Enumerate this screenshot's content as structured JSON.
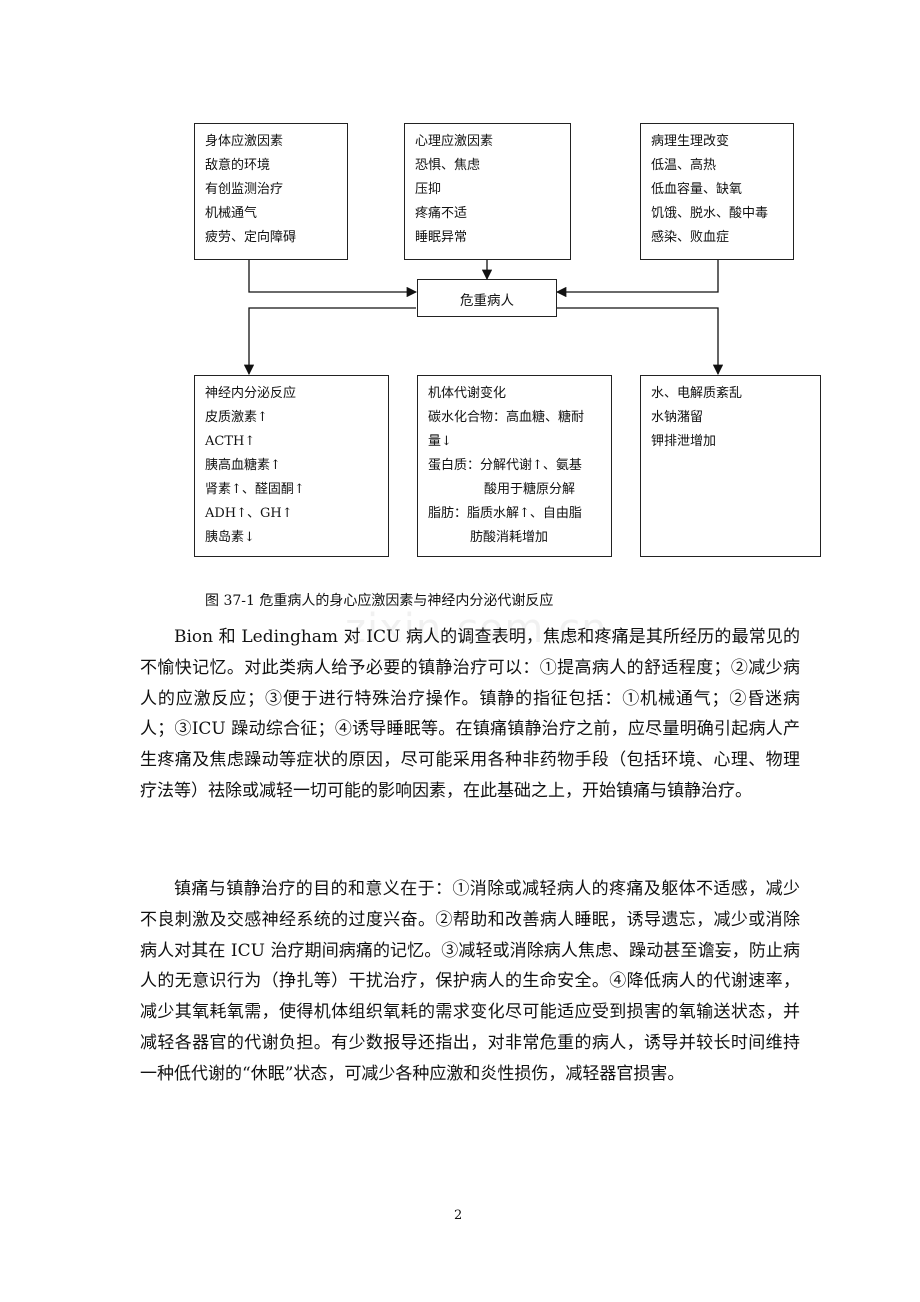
{
  "diagram": {
    "top_boxes": [
      {
        "lines": [
          "身体应激因素",
          "敌意的环境",
          "有创监测治疗",
          "机械通气",
          "疲劳、定向障碍"
        ]
      },
      {
        "lines": [
          "心理应激因素",
          "恐惧、焦虑",
          "压抑",
          "疼痛不适",
          "睡眠异常"
        ]
      },
      {
        "lines": [
          "病理生理改变",
          "低温、高热",
          "低血容量、缺氧",
          "饥饿、脱水、酸中毒",
          "感染、败血症"
        ]
      }
    ],
    "center_label": "危重病人",
    "bottom_boxes": [
      {
        "lines": [
          "神经内分泌反应",
          "皮质激素↑",
          "ACTH↑",
          "胰高血糖素↑",
          "肾素↑、醛固酮↑",
          "ADH↑、GH↑",
          "胰岛素↓"
        ]
      },
      {
        "lines": [
          "机体代谢变化",
          "碳水化合物：高血糖、糖耐",
          "量↓",
          "蛋白质：分解代谢↑、氨基",
          "酸用于糖原分解",
          "脂肪：脂质水解↑、自由脂",
          "肪酸消耗增加"
        ]
      },
      {
        "lines": [
          "水、电解质紊乱",
          "水钠潴留",
          "钾排泄增加"
        ]
      }
    ]
  },
  "caption": "图 37-1 危重病人的身心应激因素与神经内分泌代谢反应",
  "watermark": "zixin.com.cn",
  "paragraphs": [
    "Bion 和 Ledingham 对 ICU 病人的调查表明，焦虑和疼痛是其所经历的最常见的不愉快记忆。对此类病人给予必要的镇静治疗可以：①提高病人的舒适程度；②减少病人的应激反应；③便于进行特殊治疗操作。镇静的指征包括：①机械通气；②昏迷病人；③ICU 躁动综合征；④诱导睡眠等。在镇痛镇静治疗之前，应尽量明确引起病人产生疼痛及焦虑躁动等症状的原因，尽可能采用各种非药物手段（包括环境、心理、物理疗法等）祛除或减轻一切可能的影响因素，在此基础之上，开始镇痛与镇静治疗。",
    "镇痛与镇静治疗的目的和意义在于：①消除或减轻病人的疼痛及躯体不适感，减少不良刺激及交感神经系统的过度兴奋。②帮助和改善病人睡眠，诱导遗忘，减少或消除病人对其在 ICU 治疗期间病痛的记忆。③减轻或消除病人焦虑、躁动甚至谵妄，防止病人的无意识行为（挣扎等）干扰治疗，保护病人的生命安全。④降低病人的代谢速率，减少其氧耗氧需，使得机体组织氧耗的需求变化尽可能适应受到损害的氧输送状态，并减轻各器官的代谢负担。有少数报导还指出，对非常危重的病人，诱导并较长时间维持一种低代谢的“休眠”状态，可减少各种应激和炎性损伤，减轻器官损害。"
  ],
  "page_number": "2"
}
